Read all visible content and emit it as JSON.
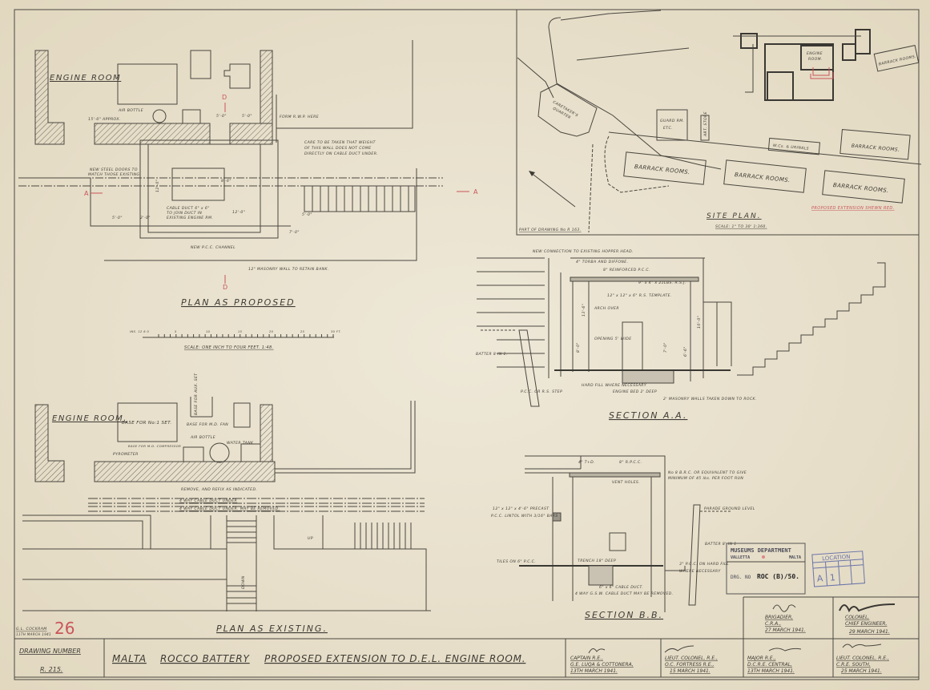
{
  "title_block": {
    "drawing_number_label": "DRAWING NUMBER",
    "drawing_number": "R. 215.",
    "place": "MALTA",
    "site": "ROCCO BATTERY",
    "title": "PROPOSED EXTENSION TO D.E.L. ENGINE ROOM.",
    "drawn_by": "G.L. COCKRAM",
    "drawn_date": "11TH MARCH 1941",
    "sheet_mark": "26"
  },
  "signatures": [
    {
      "rank": "BRIGADIER,",
      "office": "C.R.A.,",
      "date": "27 MARCH 1941."
    },
    {
      "rank": "COLONEL,",
      "office": "CHIEF ENGINEER,",
      "date": "29 MARCH 1941."
    },
    {
      "rank": "CAPTAIN R.E.,",
      "office": "G.E. LUQA & COTTONERA,",
      "date": "13TH MARCH 1941."
    },
    {
      "rank": "LIEUT. COLONEL, R.E.,",
      "office": "O.C. FORTRESS R.E.,",
      "date": "15 MARCH 1941."
    },
    {
      "rank": "MAJOR R.E.,",
      "office": "D.C.R.E. CENTRAL,",
      "date": "13TH MARCH 1941."
    },
    {
      "rank": "LIEUT. COLONEL, R.E.,",
      "office": "C.R.E. SOUTH,",
      "date": "25 MARCH 1941."
    }
  ],
  "stamps": {
    "museum": "MUSEUMS DEPARTMENT",
    "city": "VALLETTA",
    "country": "MALTA",
    "drg_label": "DRG. NO",
    "drg_number": "ROC (B)/50.",
    "location_label": "LOCATION",
    "location_a": "A",
    "location_b": "1"
  },
  "plan_proposed": {
    "title": "PLAN AS PROPOSED",
    "room": "ENGINE ROOM",
    "air_bottle": "AIR BOTTLE",
    "approx": "15'-0\" APPROX.",
    "rwp": "FORM R.W.P. HERE",
    "care_note": [
      "CARE TO BE TAKEN THAT WEIGHT",
      "OF THIS WALL DOES NOT COME",
      "DIRECTLY ON CABLE DUCT UNDER."
    ],
    "doors_note": [
      "NEW STEEL DOORS TO",
      "MATCH THOSE EXISTING."
    ],
    "duct_note": [
      "CABLE DUCT 6\" x 6\"",
      "TO JOIN DUCT IN",
      "EXISTING ENGINE RM."
    ],
    "channel": "NEW P.C.C. CHANNEL",
    "wall_note": "12\" MASONRY WALL TO RETAIN BANK.",
    "dims": [
      "5'-0\"",
      "5'-0\"",
      "12'-0\"",
      "5'-0\"",
      "2'-0\"",
      "12'-0\"",
      "7'-0\"",
      "5'-0\"",
      "8'-6\""
    ],
    "section_marks": {
      "a": "A",
      "d": "D"
    }
  },
  "scale_bar": {
    "labels": [
      "INS. 12 6 0",
      "5",
      "10",
      "15",
      "20",
      "25",
      "30 FT."
    ],
    "caption": "SCALE: ONE INCH TO FOUR FEET.   1:48."
  },
  "plan_existing": {
    "title": "PLAN AS EXISTING.",
    "room": "ENGINE ROOM.",
    "base_set": "BASE FOR No:1 SET.",
    "base_aux": "BASE FOR AUX. SET",
    "base_fan": "BASE FOR M.D. FAN",
    "air_bottle": "AIR BOTTLE",
    "water_tank": "WATER TANK",
    "compressor": "BASE FOR M.D. COMPRESSOR",
    "pyrometer": "PYROMETER",
    "remove": "REMOVE, AND REFIX AS INDICATED.",
    "duct1": "4 WAY CABLE DUCT UNDER",
    "duct2": "4 WAY CABLE DUCT UNDER. MAY BE REMOVED.",
    "up": "UP",
    "down": "DOWN"
  },
  "section_aa": {
    "title": "SECTION A.A.",
    "notes": {
      "connection": "NEW CONNECTION TO EXISTING HOPPER HEAD.",
      "torba": "4\" TORBA AND DIFFONE.",
      "reinforced": "8\" REINFORCED P.C.C.",
      "rsj": "9\" x 4\" x 21LBS. R.S.J.",
      "template": "12\" x 12\" x 6\" R.S. TEMPLATE.",
      "arch": "ARCH OVER",
      "opening": "OPENING 5' WIDE",
      "batter": "BATTER 8 IN 1.",
      "step": "P.C.C. OR R.S. STEP",
      "fill": "HARD FILL WHERE NECESSARY",
      "bed": "ENGINE BED 2' DEEP",
      "walls": "2' MASONRY WALLS TAKEN DOWN TO ROCK."
    },
    "dims": [
      "13'-6\"",
      "8'-0\"",
      "7'-0\"",
      "6'-6\"",
      "10'-0\""
    ]
  },
  "section_bb": {
    "title": "SECTION B.B.",
    "notes": {
      "td": "4\" T+D.",
      "rpcc": "8\" R.P.C.C.",
      "brc": [
        "No 8 B.R.C. OR EQUIVALENT TO GIVE",
        "MINIMUM OF 45 lbs. PER FOOT RUN"
      ],
      "vent": "VENT HOLES.",
      "lintol": [
        "12\" x 12\" x 4'-6\" PRECAST",
        "P.C.C. LINTOL WITH 3/16\" BARS"
      ],
      "parade": "PARADE GROUND LEVEL",
      "batter": "BATTER 8' IN 1",
      "tiles": "TILES ON 6\" P.C.C.",
      "trench": "TRENCH 18\" DEEP",
      "fill": [
        "3\" P.C.C. ON HARD FILL",
        "WHERE NECESSARY"
      ],
      "cable": "6\" x 6\" CABLE DUCT.",
      "gsw": "4 WAY G.S.W. CABLE DUCT MAY BE REMOVED."
    }
  },
  "site_plan": {
    "title": "SITE PLAN.",
    "scale": "SCALE: 1\" TO 30'   1:360.",
    "legend": "PROPOSED EXTENSION SHEWN RED.",
    "reference": "PART OF DRAWING No R 163.",
    "engine_room": [
      "ENGINE",
      "ROOM."
    ],
    "caretaker": [
      "CARETAKER'S",
      "QUARTER"
    ],
    "guard": [
      "GUARD RM.",
      "ETC."
    ],
    "store": "ART. STORE",
    "wc": "W.Cs. & URINALS",
    "barracks": [
      "BARRACK ROOMS.",
      "BARRACK ROOMS.",
      "BARRACK ROOMS.",
      "BARRACK ROOMS.",
      "BARRACK ROOMS."
    ],
    "accent_color": "#c9555a"
  }
}
